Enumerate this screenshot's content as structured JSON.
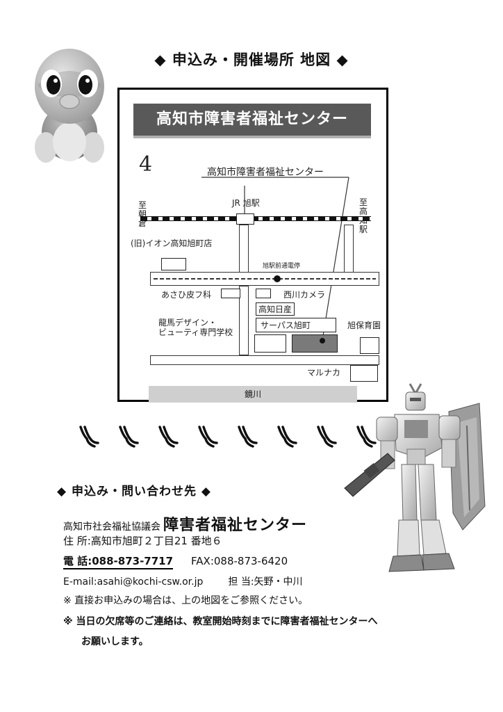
{
  "title_map": "◆ 申込み・開催場所 地図 ◆",
  "map": {
    "banner": "高知市障害者福祉センター",
    "north_mark": "4",
    "center_label": "高知市障害者福祉センター",
    "jr_station": "JR 旭駅",
    "to_asakura": [
      "至",
      "朝",
      "倉"
    ],
    "to_kochi": [
      "至",
      "高",
      "知",
      "駅"
    ],
    "aeon": "(旧)イオン高知旭町店",
    "tram_stop": "旭駅前通電停",
    "asahi_derm": "あさひ皮フ科",
    "nishikawa_camera": "西川カメラ",
    "kochi_nissan": "高知日産",
    "servas": "サーパス旭町",
    "ryoma_school": [
      "龍馬デザイン・",
      "ビューティ専門学校"
    ],
    "nursery": "旭保育園",
    "marunaka": "マルナカ",
    "river": "鏡川"
  },
  "title_contact": "◆ 申込み・問い合わせ先 ◆",
  "contact": {
    "org_prefix": "高知市社会福祉協議会",
    "org_center": "障害者福祉センター",
    "address": "住 所:高知市旭町２丁目21 番地６",
    "tel": "電 話:088-873-7717",
    "fax": "FAX:088-873-6420",
    "email": "E-mail:asahi@kochi-csw.or.jp",
    "person": "担 当:矢野・中川",
    "note1": "※ 直接お申込みの場合は、上の地図をご参照ください。",
    "note2": "※ 当日の欠席等のご連絡は、教室開始時刻までに障害者福祉センターへ",
    "note3": "お願いします。"
  },
  "icons": [
    "penguin-figure-icon",
    "robot-figure-icon",
    "pliers-icon"
  ]
}
